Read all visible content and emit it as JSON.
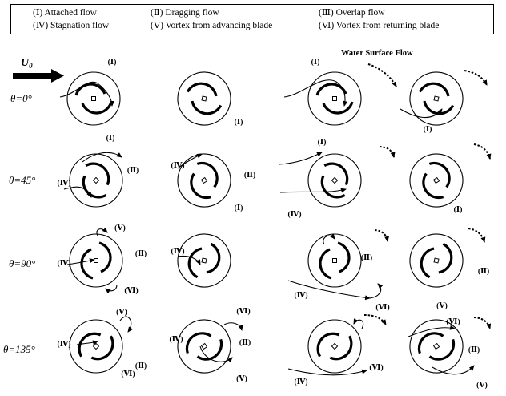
{
  "legend": [
    "(Ⅰ) Attached flow",
    "(Ⅱ) Dragging flow",
    "(Ⅲ) Overlap flow",
    "(Ⅳ) Stagnation flow",
    "(Ⅴ) Vortex from advancing blade",
    "(Ⅵ) Vortex from returning blade"
  ],
  "water_surface_label": "Water Surface Flow",
  "u0_label": "U",
  "u0_sub": "0",
  "angles": [
    "θ=0°",
    "θ=45°",
    "θ=90°",
    "θ=135°"
  ],
  "markers": {
    "I": "(Ⅰ)",
    "II": "(Ⅱ)",
    "IV": "(Ⅳ)",
    "V": "(Ⅴ)",
    "VI": "(Ⅵ)"
  },
  "colors": {
    "ink": "#000000"
  }
}
